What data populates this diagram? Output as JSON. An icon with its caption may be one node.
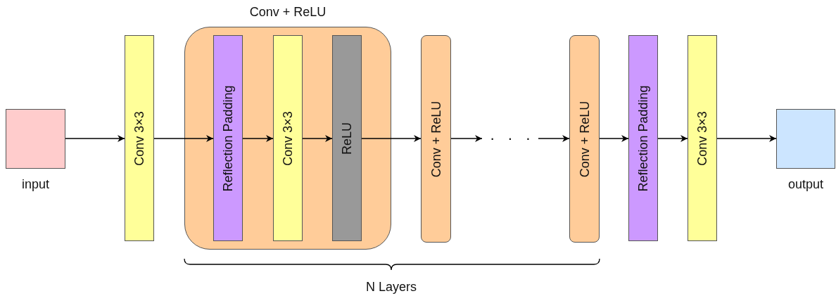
{
  "diagram": {
    "nodes": [
      {
        "text": [
          "input"
        ]
      },
      {
        "text": [
          "Conv 3×3"
        ]
      },
      {
        "text": [
          "Conv + ReLU"
        ]
      },
      {
        "text": [
          "Reflection Padding"
        ],
        "in": 2
      },
      {
        "text": [
          "Conv 3×3"
        ],
        "in": 2
      },
      {
        "text": [
          "ReLU"
        ],
        "in": 2
      },
      {
        "text": [
          "Conv + ReLU"
        ]
      },
      {
        "text": [
          "· · ·"
        ]
      },
      {
        "text": [
          "Conv + ReLU"
        ]
      },
      {
        "text": [
          "Reflection Padding"
        ]
      },
      {
        "text": [
          "Conv 3×3"
        ]
      },
      {
        "text": [
          "output"
        ]
      }
    ],
    "edges": [
      {
        "from": 0,
        "to": 1,
        "arrow": "to"
      },
      {
        "from": 1,
        "to": 3,
        "arrow": "to"
      },
      {
        "from": 3,
        "to": 4,
        "arrow": "to"
      },
      {
        "from": 4,
        "to": 5,
        "arrow": "to"
      },
      {
        "from": 5,
        "to": 6,
        "arrow": "to"
      },
      {
        "from": 6,
        "to": 7,
        "arrow": "to"
      },
      {
        "from": 7,
        "to": 8,
        "arrow": "to"
      },
      {
        "from": 8,
        "to": 9,
        "arrow": "to"
      },
      {
        "from": 9,
        "to": 10,
        "arrow": "to"
      },
      {
        "from": 10,
        "to": 11,
        "arrow": "to"
      }
    ],
    "labels": [
      "N Layers"
    ]
  }
}
